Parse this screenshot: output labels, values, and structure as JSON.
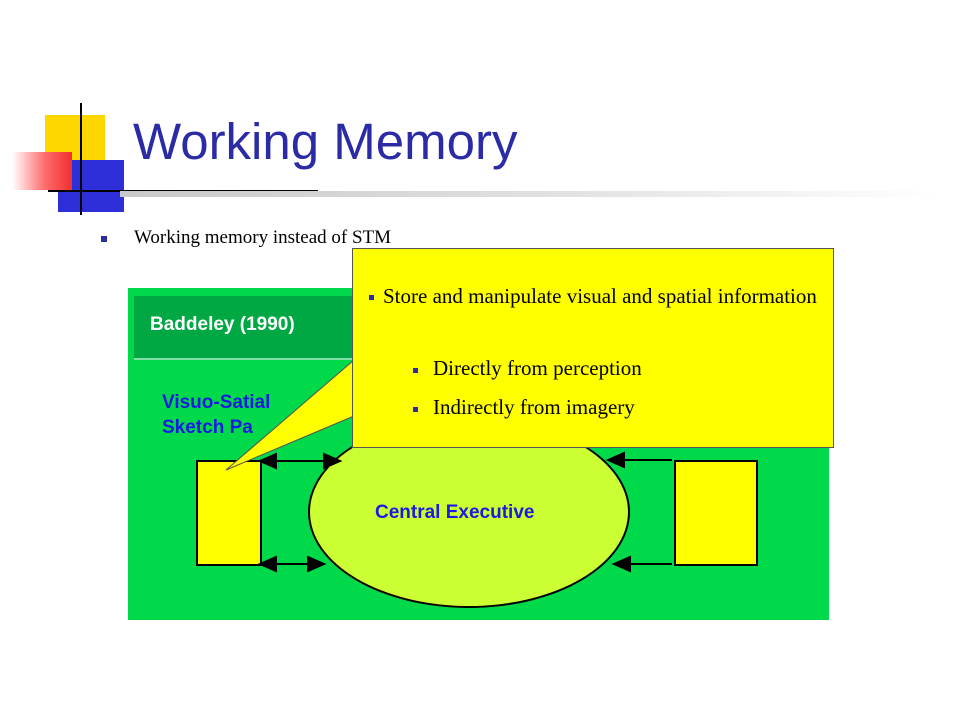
{
  "slide": {
    "title": "Working Memory",
    "bullets": [
      "Working memory instead of STM"
    ],
    "colors": {
      "title": "#2b2ba6",
      "diagram_bg": "#00d94a",
      "callout_bg": "#ffff00",
      "ellipse": "#ccff33"
    }
  },
  "diagram": {
    "header": "Baddeley (1990)",
    "sketchpad_label_line1": "Visuo-Satial",
    "sketchpad_label_line2": "Sketch Pa",
    "center": "Central Executive"
  },
  "callout": {
    "main": "Store and manipulate visual and spatial information",
    "sub": [
      "Directly from perception",
      "Indirectly from imagery"
    ]
  }
}
